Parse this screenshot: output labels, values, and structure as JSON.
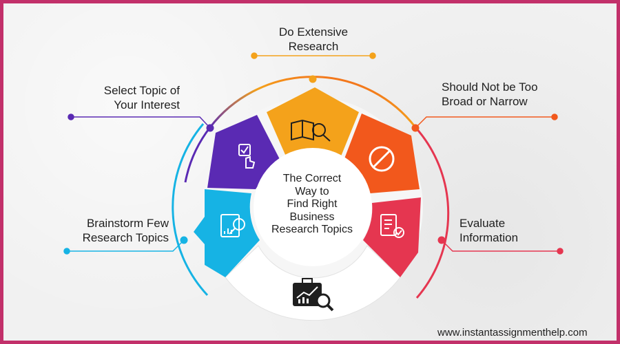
{
  "center_title": [
    "The Correct",
    "Way to",
    "Find Right",
    "Business",
    "Research Topics"
  ],
  "steps": [
    {
      "label": "Select Topic of\nYour Interest",
      "color": "#5a2ab3",
      "icon": "checklist-hand-icon"
    },
    {
      "label": "Do Extensive\nResearch",
      "color": "#f4a21b",
      "icon": "book-magnifier-icon"
    },
    {
      "label": "Should Not be Too\nBroad or Narrow",
      "color": "#f2581c",
      "icon": "no-sign-icon"
    },
    {
      "label": "Evaluate\nInformation",
      "color": "#e53650",
      "icon": "clipboard-check-icon"
    },
    {
      "label": "Brainstorm Few\nResearch Topics",
      "color": "#16b3e4",
      "icon": "document-magnifier-icon"
    }
  ],
  "bottom_icon": "briefcase-growth-icon",
  "website": "www.instantassignmenthelp.com"
}
